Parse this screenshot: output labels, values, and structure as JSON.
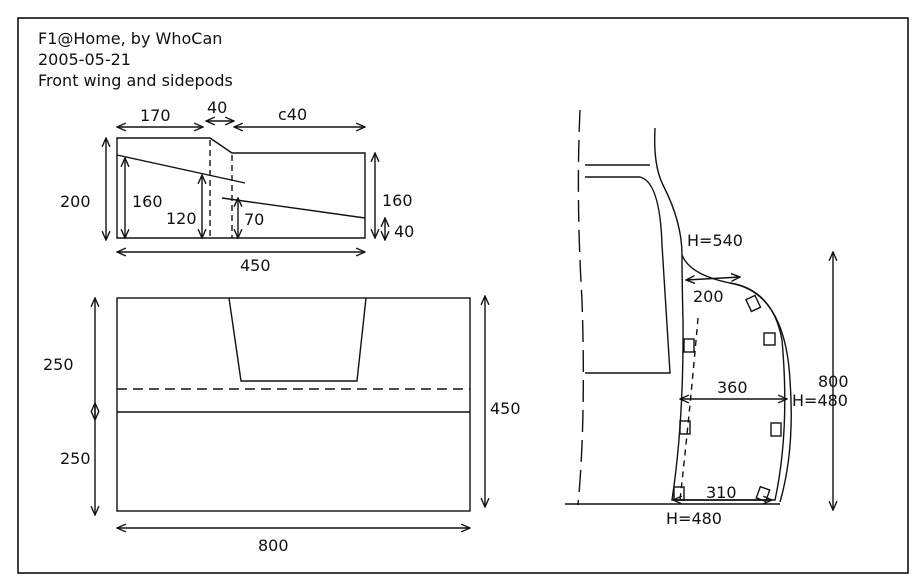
{
  "header": {
    "title": "F1@Home, by WhoCan",
    "date": "2005-05-21",
    "subtitle": "Front wing and sidepods"
  },
  "front_wing_side": {
    "dims": {
      "top_left": "170",
      "top_mid": "40",
      "top_right": "c40",
      "left_outer": "200",
      "left_inner": "160",
      "inner_a": "120",
      "inner_b": "70",
      "right_outer": "160",
      "right_small": "40",
      "bottom": "450"
    }
  },
  "front_wing_top": {
    "dims": {
      "left_upper": "250",
      "left_lower": "250",
      "right": "450",
      "bottom": "800"
    }
  },
  "sidepod": {
    "labels": {
      "h_top": "H=540",
      "width_top": "200",
      "width_mid": "360",
      "h_side": "H=480",
      "width_bottom": "310",
      "h_bottom": "H=480",
      "length": "800"
    }
  }
}
